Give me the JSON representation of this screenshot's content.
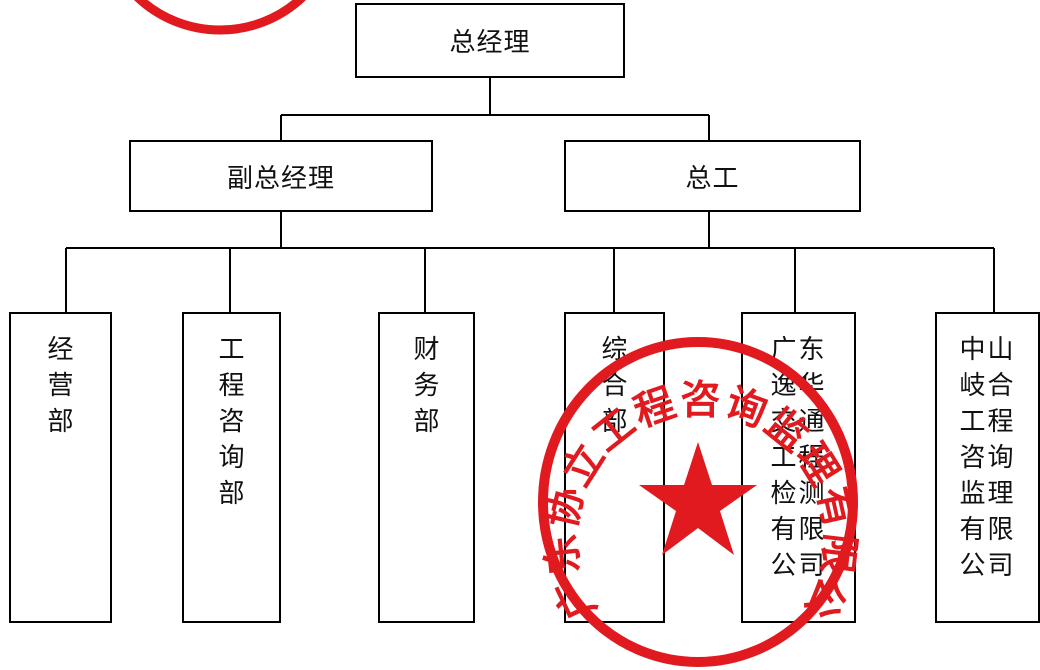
{
  "org_chart": {
    "root": {
      "label": "总经理"
    },
    "second_level": [
      {
        "id": "deputy",
        "label": "副总经理"
      },
      {
        "id": "chief-engineer",
        "label": "总工"
      }
    ],
    "departments": [
      {
        "id": "business",
        "label": "经\n营\n部"
      },
      {
        "id": "consulting",
        "label": "工\n程\n咨\n询\n部"
      },
      {
        "id": "finance",
        "label": "财\n务\n部"
      },
      {
        "id": "general",
        "label": "综\n合\n部"
      },
      {
        "id": "yihua",
        "label": "广东\n逸华\n交通\n工程\n检测\n有限\n公司"
      },
      {
        "id": "qihe",
        "label": "中山\n岐合\n工程\n咨询\n监理\n有限\n公司"
      }
    ]
  },
  "seal": {
    "text": "广东协立工程咨询监理有限公司",
    "color": "#e01a1f",
    "icon": "star-icon"
  },
  "colors": {
    "line": "#000000",
    "seal": "#e01a1f"
  }
}
